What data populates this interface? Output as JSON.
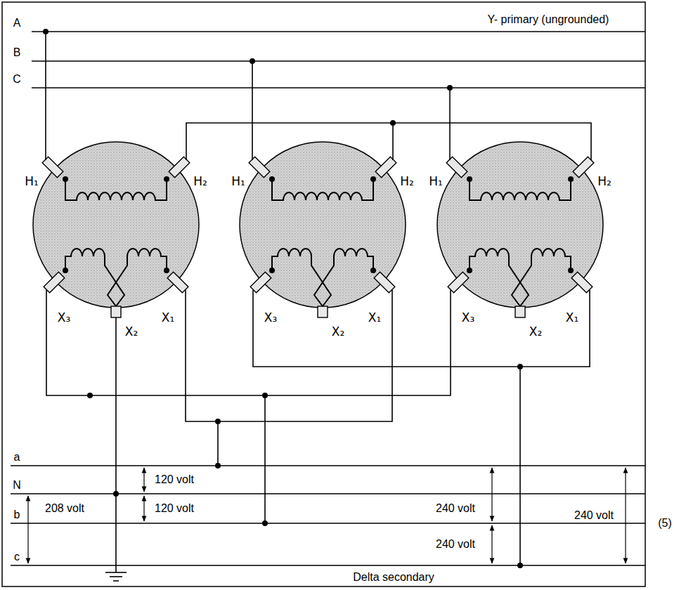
{
  "diagram": {
    "labels": [
      "Y- primary (ungrounded)",
      "A",
      "B",
      "C",
      "H₁",
      "H₂",
      "X₃",
      "X₁",
      "X₂",
      "H₁",
      "H₂",
      "X₃",
      "X₁",
      "X₂",
      "H₁",
      "H₂",
      "X₃",
      "X₁",
      "X₂",
      "a",
      "N",
      "b",
      "c",
      "120 volt",
      "120 volt",
      "208 volt",
      "240 volt",
      "240 volt",
      "240 volt",
      "Delta secondary",
      "(5)"
    ]
  }
}
